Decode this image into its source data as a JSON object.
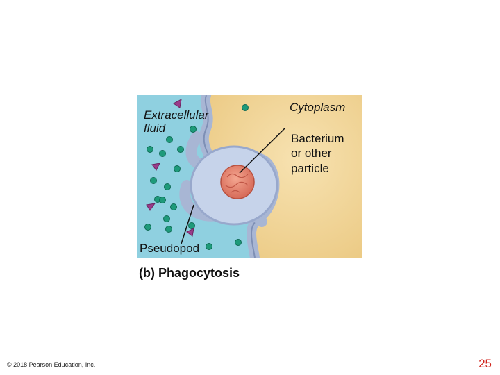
{
  "diagram": {
    "labels": {
      "extracellular_line1": "Extracellular",
      "extracellular_line2": "fluid",
      "cytoplasm": "Cytoplasm",
      "bacterium_line1": "Bacterium",
      "bacterium_line2": "or other",
      "bacterium_line3": "particle",
      "pseudopod": "Pseudopod"
    },
    "caption": "(b) Phagocytosis",
    "colors": {
      "extracellular": "#8fd0e0",
      "cytoplasm": "#f2d59a",
      "membrane": "#a8b6d4",
      "vacuole": "#c6d3ea",
      "bacterium": "#e07c6a",
      "particle_green": "#1e9a7a",
      "particle_purple": "#9a3c8a"
    }
  },
  "footer": {
    "copyright": "© 2018 Pearson Education, Inc.",
    "page_number": "25"
  }
}
